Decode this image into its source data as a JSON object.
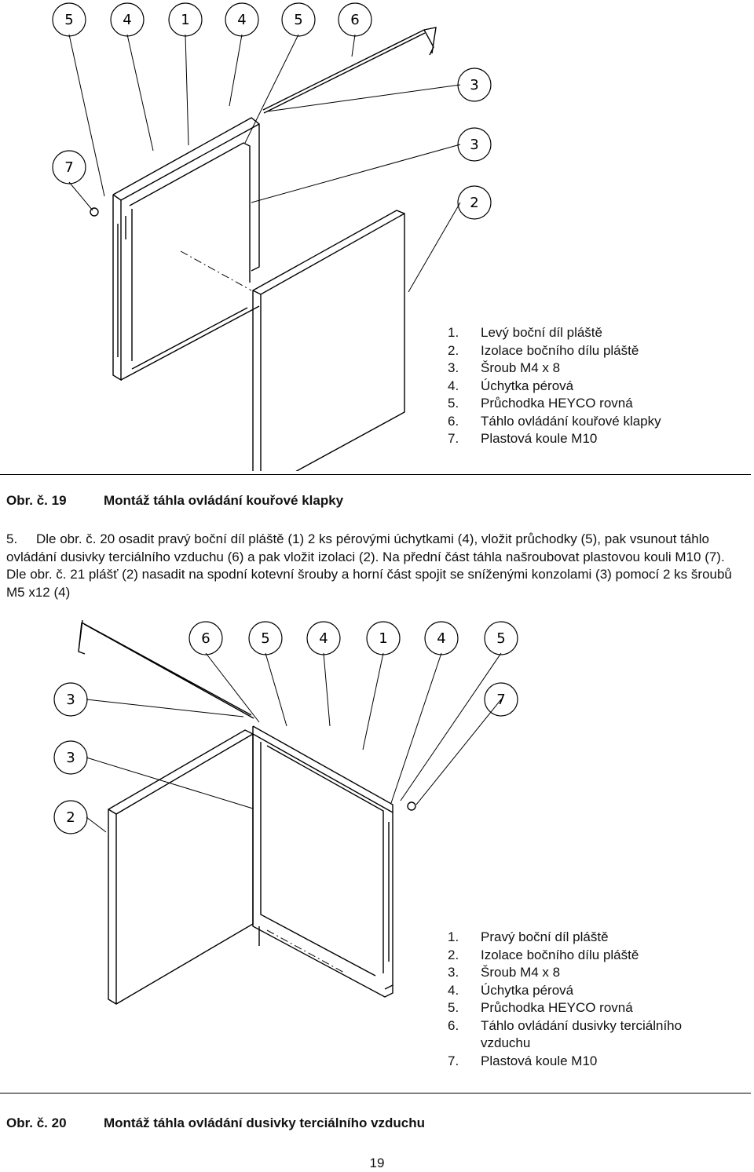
{
  "figure1": {
    "callouts": [
      "5",
      "4",
      "1",
      "4",
      "5",
      "6",
      "3",
      "3",
      "2",
      "7"
    ],
    "legend": [
      {
        "n": "1.",
        "t": "Levý boční díl pláště"
      },
      {
        "n": "2.",
        "t": "Izolace bočního dílu pláště"
      },
      {
        "n": "3.",
        "t": "Šroub M4 x 8"
      },
      {
        "n": "4.",
        "t": "Úchytka pérová"
      },
      {
        "n": "5.",
        "t": "Průchodka HEYCO rovná"
      },
      {
        "n": "6.",
        "t": "Táhlo ovládání kouřové klapky"
      },
      {
        "n": "7.",
        "t": "Plastová koule M10"
      }
    ],
    "caption_label": "Obr. č. 19",
    "caption_text": "Montáž táhla ovládání kouřové klapky"
  },
  "instruction": {
    "number": "5.",
    "text": "Dle obr. č. 20 osadit pravý boční díl pláště (1) 2 ks pérovými úchytkami (4), vložit průchodky (5), pak vsunout táhlo ovládání dusivky terciálního vzduchu (6) a pak vložit izolaci (2). Na přední část táhla našroubovat plastovou kouli M10 (7). Dle obr. č. 21 plášť (2) nasadit na spodní kotevní šrouby a horní část spojit se sníženými konzolami (3) pomocí 2 ks šroubů M5 x12 (4)"
  },
  "figure2": {
    "callouts": [
      "6",
      "5",
      "4",
      "1",
      "4",
      "5",
      "3",
      "7",
      "3",
      "2"
    ],
    "legend": [
      {
        "n": "1.",
        "t": "Pravý boční díl pláště"
      },
      {
        "n": "2.",
        "t": "Izolace bočního dílu pláště"
      },
      {
        "n": "3.",
        "t": "Šroub M4 x 8"
      },
      {
        "n": "4.",
        "t": "Úchytka pérová"
      },
      {
        "n": "5.",
        "t": "Průchodka HEYCO rovná"
      },
      {
        "n": "6.",
        "t": "Táhlo ovládání dusivky terciálního vzduchu"
      },
      {
        "n": "7.",
        "t": "Plastová koule M10"
      }
    ],
    "caption_label": "Obr. č. 20",
    "caption_text": "Montáž táhla ovládání dusivky terciálního vzduchu"
  },
  "page_number": "19"
}
